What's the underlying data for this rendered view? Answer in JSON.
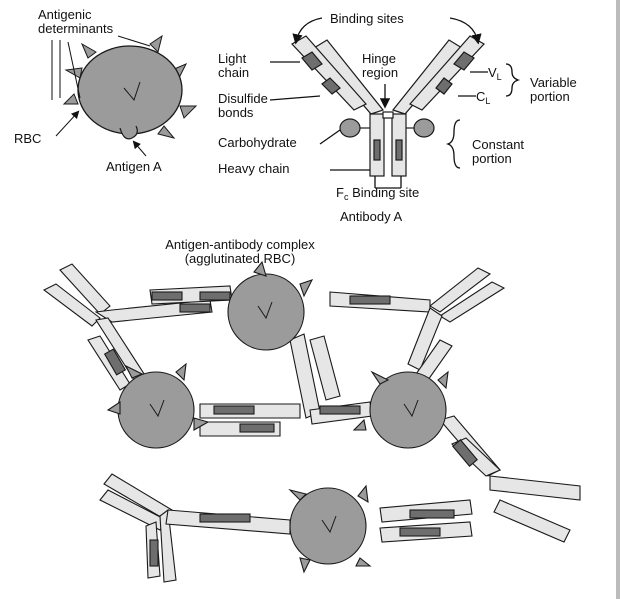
{
  "labels": {
    "antigenic_determinants": "Antigenic\ndeterminants",
    "rbc": "RBC",
    "antigen_a": "Antigen A",
    "binding_sites": "Binding sites",
    "light_chain": "Light\nchain",
    "hinge_region": "Hinge\nregion",
    "disulfide_bonds": "Disulfide\nbonds",
    "carbohydrate": "Carbohydrate",
    "heavy_chain": "Heavy chain",
    "v_prefix": "V",
    "v_sub": "L",
    "c_prefix": "C",
    "c_sub": "L",
    "variable_portion": "Variable\nportion",
    "constant_portion": "Constant\nportion",
    "fc_prefix": "F",
    "fc_sub": "c",
    "fc_rest": " Binding site",
    "antibody_a": "Antibody A",
    "complex_title": "Antigen-antibody complex\n(agglutinated RBC)"
  },
  "colors": {
    "cell_fill": "#9b9b9b",
    "dark_segment": "#6e6e6e",
    "light_segment": "#e6e6e6",
    "outline": "#1a1a1a"
  }
}
